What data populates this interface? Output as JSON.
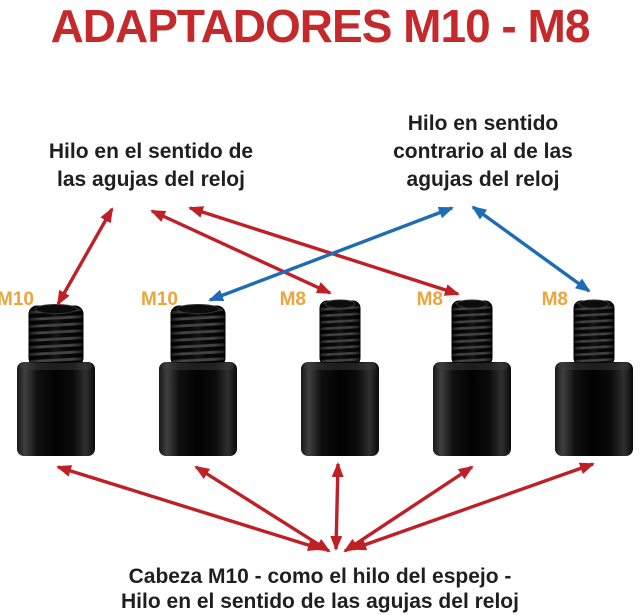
{
  "title": "ADAPTADORES M10 - M8",
  "colors": {
    "title_red": "#c4292c",
    "arrow_red": "#be2026",
    "arrow_blue": "#1e6cb5",
    "label_gold": "#eda43c",
    "text_black": "#1f1f1f",
    "background": "#ffffff"
  },
  "annotations": {
    "left": {
      "line1": "Hilo en el sentido de",
      "line2": "las agujas del reloj",
      "arrow_color": "#be2026"
    },
    "right": {
      "line1": "Hilo en sentido",
      "line2": "contrario al de las",
      "line3": "agujas del reloj",
      "arrow_color": "#1e6cb5"
    },
    "bottom": {
      "line1": "Cabeza M10 - como el hilo del espejo -",
      "line2": "Hilo en el sentido de las agujas del reloj",
      "arrow_color": "#be2026"
    }
  },
  "adapters": [
    {
      "label": "M10",
      "size": "M10",
      "thread_arrow": "red-clockwise"
    },
    {
      "label": "M10",
      "size": "M10",
      "thread_arrow": "blue-counterclockwise"
    },
    {
      "label": "M8",
      "size": "M8",
      "thread_arrow": "red-clockwise"
    },
    {
      "label": "M8",
      "size": "M8",
      "thread_arrow": "red-clockwise"
    },
    {
      "label": "M8",
      "size": "M8",
      "thread_arrow": "blue-counterclockwise"
    }
  ],
  "connections": {
    "left_label_to_adapters": [
      1,
      3,
      4
    ],
    "right_label_to_adapters": [
      2,
      5
    ],
    "bottom_label_to_adapters": [
      1,
      2,
      3,
      4,
      5
    ]
  }
}
